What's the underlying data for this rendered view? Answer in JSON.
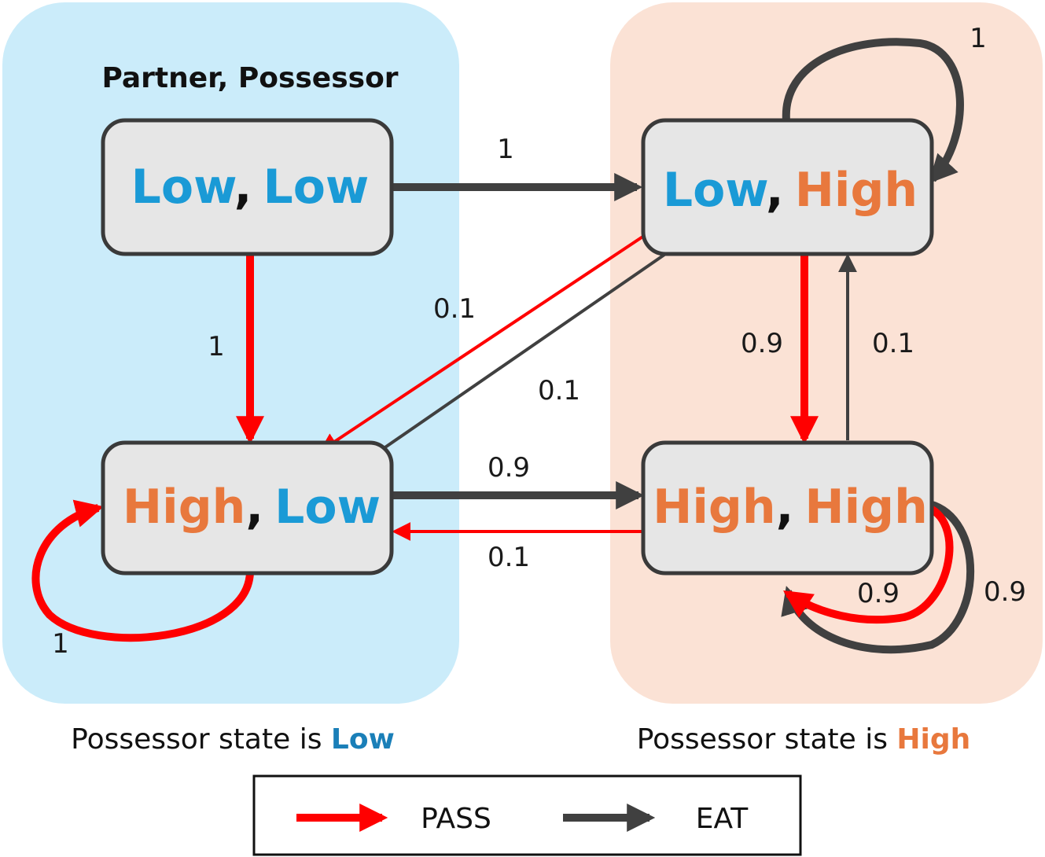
{
  "colors": {
    "low": "#1a9ad6",
    "high": "#e8783d",
    "pass": "#ff0000",
    "eat": "#404040",
    "low_panel": "#cbecfa",
    "high_panel": "#fbe2d5",
    "node_fill": "#e6e6e6",
    "node_stroke": "#3a3a3a"
  },
  "header": "Partner, Possessor",
  "separator": ",",
  "states": {
    "ll": {
      "partner": "Low",
      "possessor": "Low"
    },
    "lh": {
      "partner": "Low",
      "possessor": "High"
    },
    "hl": {
      "partner": "High",
      "possessor": "Low"
    },
    "hh": {
      "partner": "High",
      "possessor": "High"
    }
  },
  "transitions": {
    "ll_to_lh_eat": "1",
    "ll_to_hl_pass": "1",
    "lh_self_eat": "1",
    "lh_to_hl_pass": "0.1",
    "hl_to_lh_eat": "0.1",
    "lh_to_hh_pass": "0.9",
    "hh_to_lh_eat": "0.1",
    "hl_to_hh_eat": "0.9",
    "hh_to_hl_pass": "0.1",
    "hl_self_pass": "1",
    "hh_self_pass": "0.9",
    "hh_self_eat": "0.9"
  },
  "captions": {
    "low": {
      "prefix": "Possessor state is ",
      "value": "Low"
    },
    "high": {
      "prefix": "Possessor state is ",
      "value": "High"
    }
  },
  "legend": {
    "pass": "PASS",
    "eat": "EAT"
  }
}
